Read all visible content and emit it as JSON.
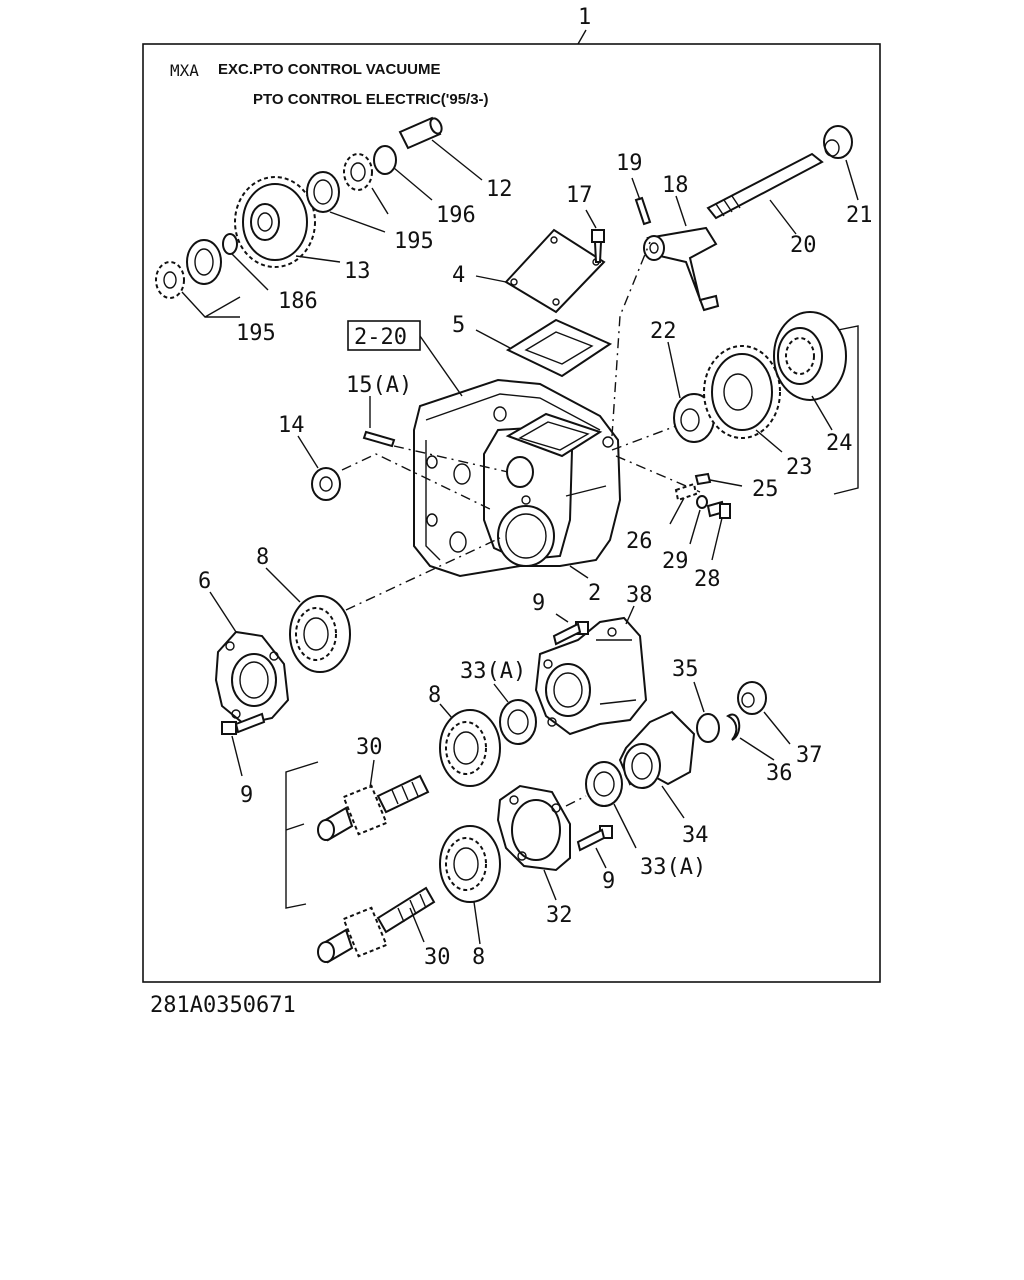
{
  "assembly_number": "1",
  "header": {
    "model": "MXA",
    "line1": "EXC.PTO CONTROL VACUUME",
    "line2": "PTO CONTROL ELECTRIC('95/3-)"
  },
  "reference_box": "2-20",
  "figure_code": "281A0350671",
  "labels": {
    "p12": "12",
    "p196a": "196",
    "p195a": "195",
    "p13": "13",
    "p186": "186",
    "p195b": "195",
    "p17": "17",
    "p19": "19",
    "p18": "18",
    "p20": "20",
    "p21": "21",
    "p4": "4",
    "p5": "5",
    "p15": "15(A)",
    "p14": "14",
    "p22": "22",
    "p23": "23",
    "p24": "24",
    "p25": "25",
    "p26": "26",
    "p29": "29",
    "p28": "28",
    "p2": "2",
    "p6": "6",
    "p8a": "8",
    "p9a": "9",
    "p38": "38",
    "p33a": "33(A)",
    "p8b": "8",
    "p9b": "9",
    "p30a": "30",
    "p35": "35",
    "p36": "36",
    "p37": "37",
    "p34": "34",
    "p33b": "33(A)",
    "p9c": "9",
    "p32": "32",
    "p30b": "30",
    "p8c": "8"
  }
}
